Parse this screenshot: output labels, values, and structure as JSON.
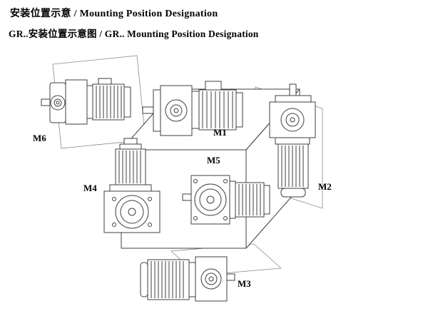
{
  "page": {
    "title": "安装位置示意 / Mounting Position Designation",
    "subtitle": "GR..安装位置示意图 / GR.. Mounting Position Designation"
  },
  "diagram": {
    "ink_color": "#3f3f3f",
    "plane_color": "#8a8a8a",
    "positions": [
      {
        "id": "M1"
      },
      {
        "id": "M2"
      },
      {
        "id": "M3"
      },
      {
        "id": "M4"
      },
      {
        "id": "M5"
      },
      {
        "id": "M6"
      }
    ]
  }
}
